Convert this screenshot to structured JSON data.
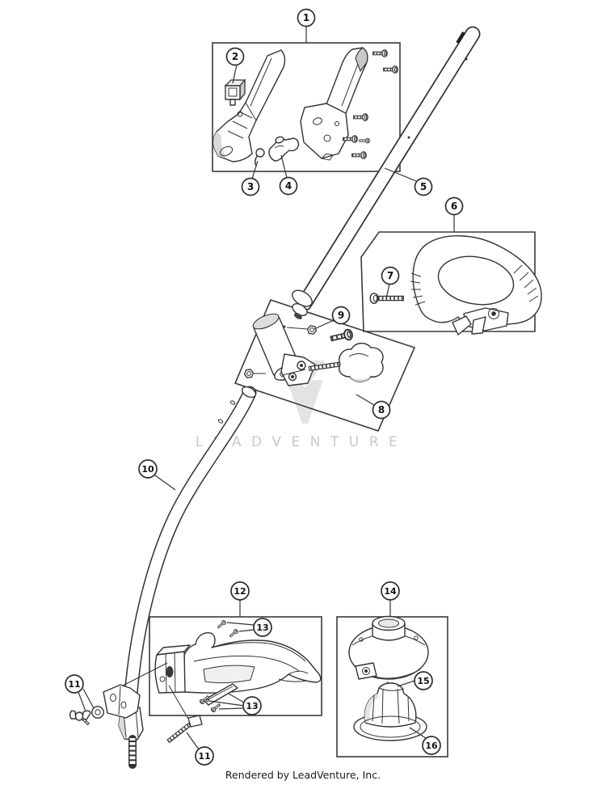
{
  "callouts": [
    {
      "label": "1"
    },
    {
      "label": "2"
    },
    {
      "label": "3"
    },
    {
      "label": "4"
    },
    {
      "label": "5"
    },
    {
      "label": "6"
    },
    {
      "label": "7"
    },
    {
      "label": "8"
    },
    {
      "label": "9"
    },
    {
      "label": "10"
    },
    {
      "label": "11"
    },
    {
      "label": "11"
    },
    {
      "label": "12"
    },
    {
      "label": "13"
    },
    {
      "label": "13"
    },
    {
      "label": "14"
    },
    {
      "label": "15"
    },
    {
      "label": "16"
    }
  ],
  "watermark": {
    "text": "LEADVENTURE"
  },
  "footer": {
    "text": "Rendered by LeadVenture, Inc."
  },
  "colors": {
    "line": "#333333",
    "box_border": "#3a3a3a",
    "shade": "#d9d9d9",
    "watermark_text": "#c8c8c8",
    "watermark_logo": "#e3e3e3",
    "background": "#ffffff"
  }
}
